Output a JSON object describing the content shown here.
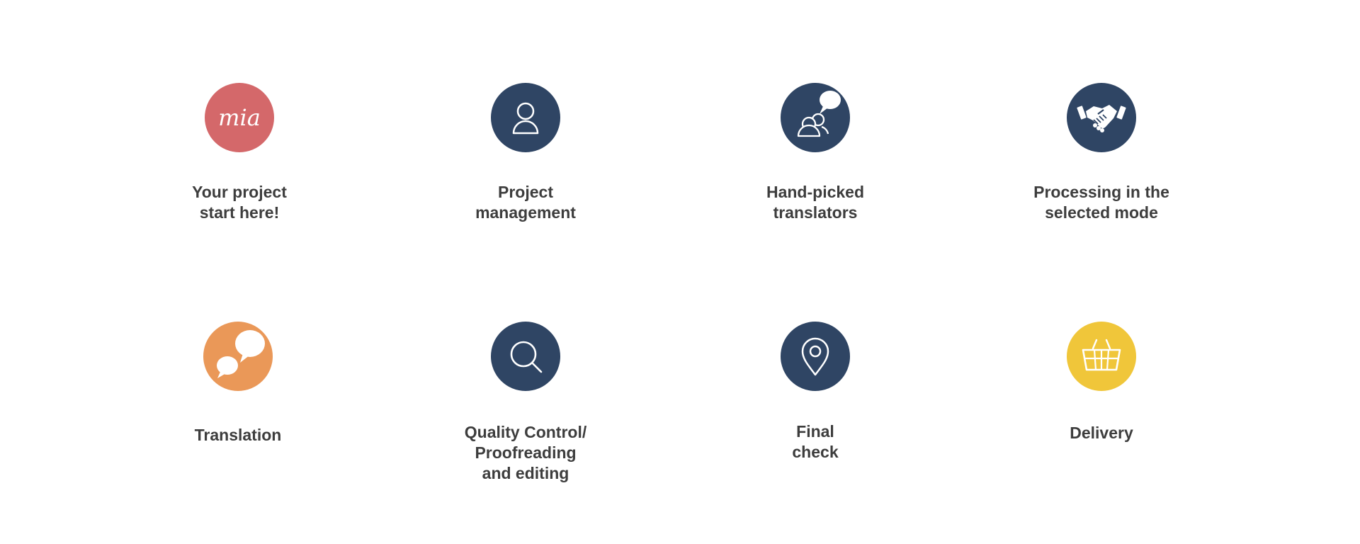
{
  "colors": {
    "navy": "#2f4564",
    "rose": "#d4686a",
    "orange": "#ea9858",
    "yellow": "#f0c63a",
    "text": "#3d3d3d"
  },
  "logo": {
    "text": "mia"
  },
  "steps": [
    {
      "label": "Your project\nstart here!",
      "icon": "mia-logo-icon",
      "color": "#d4686a"
    },
    {
      "label": "Project\nmanagement",
      "icon": "user-icon",
      "color": "#2f4564"
    },
    {
      "label": "Hand-picked\ntranslators",
      "icon": "people-speech-icon",
      "color": "#2f4564"
    },
    {
      "label": "Processing in the\nselected mode",
      "icon": "handshake-icon",
      "color": "#2f4564"
    },
    {
      "label": "Translation",
      "icon": "speech-bubbles-icon",
      "color": "#ea9858"
    },
    {
      "label": "Quality Control/\nProofreading\nand editing",
      "icon": "magnifier-icon",
      "color": "#2f4564"
    },
    {
      "label": "Final\ncheck",
      "icon": "location-pin-icon",
      "color": "#2f4564"
    },
    {
      "label": "Delivery",
      "icon": "basket-icon",
      "color": "#f0c63a"
    }
  ]
}
